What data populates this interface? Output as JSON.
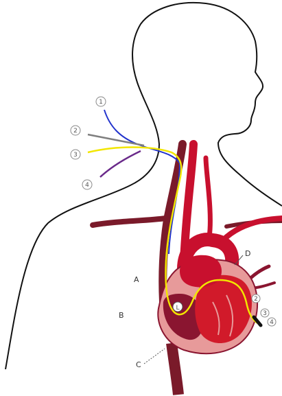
{
  "labels": {
    "a": "A",
    "b": "B",
    "c": "C",
    "d": "D"
  },
  "lead_numbers": [
    "1",
    "2",
    "3",
    "4"
  ],
  "lead_tip_numbers": [
    "2",
    "3",
    "4"
  ],
  "pacemaker_marker": "L",
  "colors": {
    "outline": "#111111",
    "vessel_dark": "#7a1a2a",
    "vessel_red": "#c8102e",
    "heart_red": "#d11a2a",
    "heart_pink": "#e79a9a",
    "heart_dark": "#8a1530",
    "lead_blue": "#2233cc",
    "lead_gray": "#7f7f7f",
    "lead_yellow": "#f2e600",
    "lead_purple": "#6a2a8a"
  }
}
